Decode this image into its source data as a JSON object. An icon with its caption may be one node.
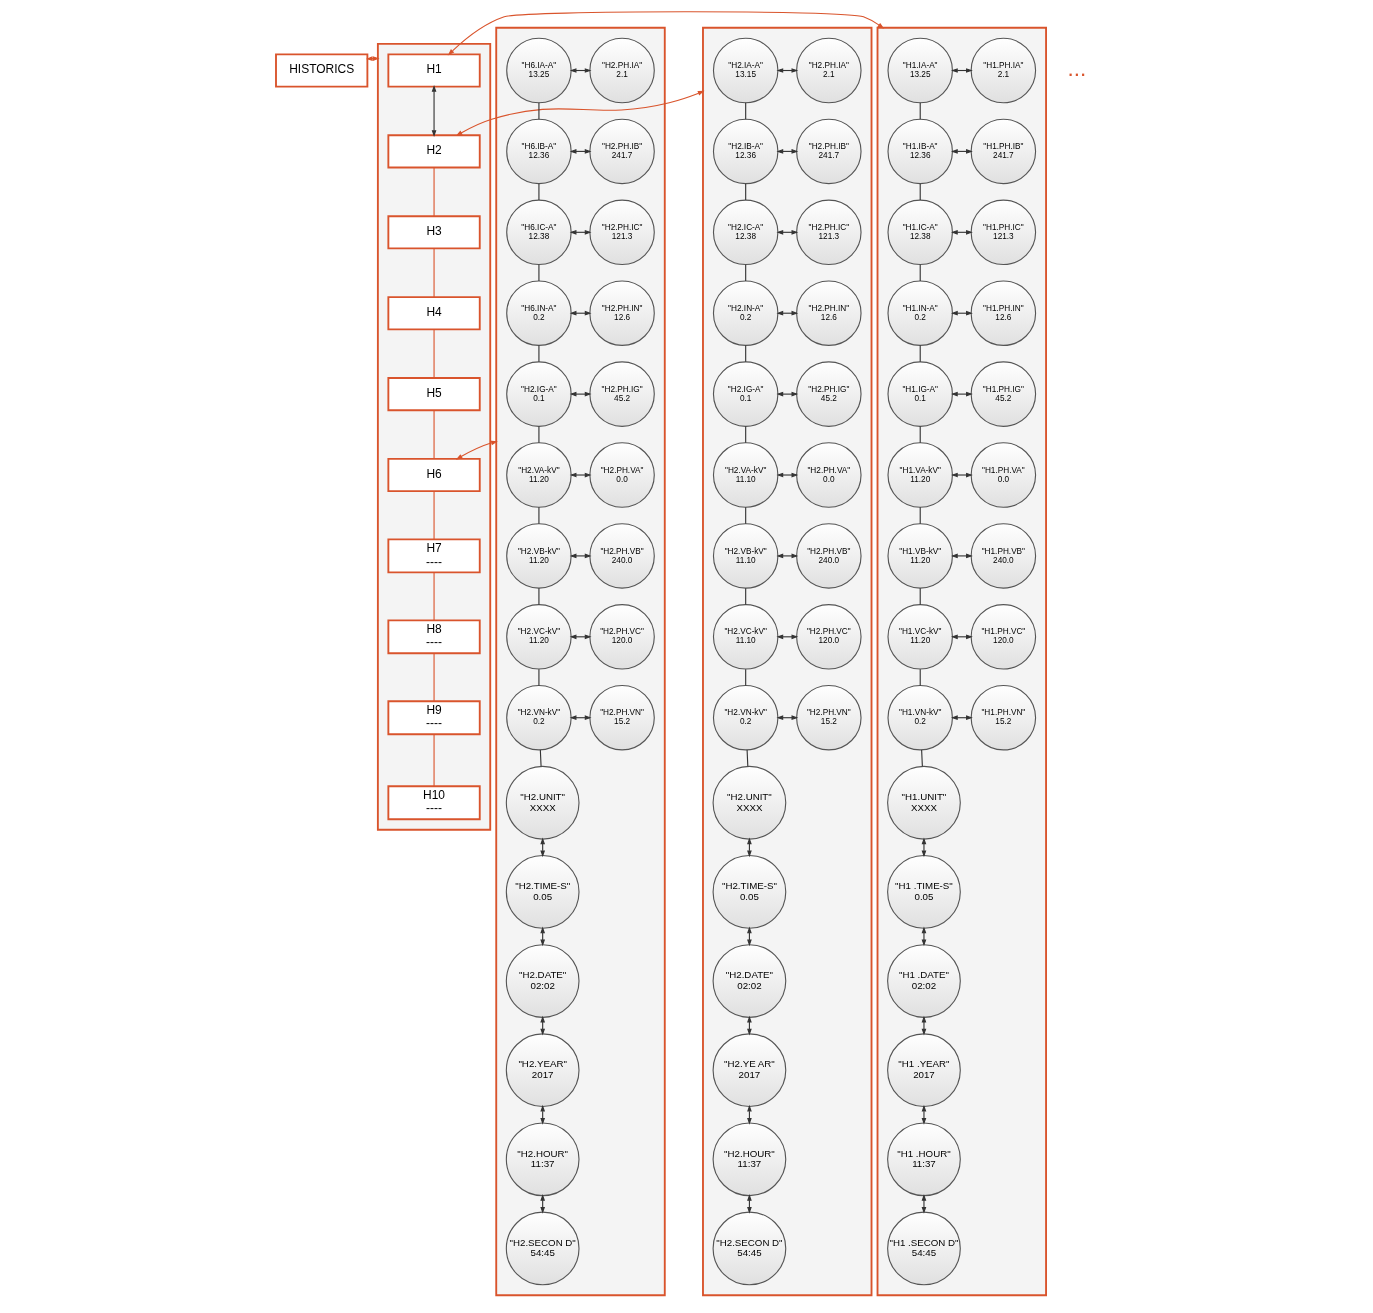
{
  "diagram": {
    "nodes": [
      {
        "text": [
          "HISTORICS"
        ]
      },
      {
        "text": [],
        "shape": "box"
      },
      {
        "text": [
          "H1"
        ],
        "in": 1
      },
      {
        "text": [
          "H2"
        ],
        "in": 1
      },
      {
        "text": [
          "H3"
        ],
        "in": 1
      },
      {
        "text": [
          "H4"
        ],
        "in": 1
      },
      {
        "text": [
          "H5"
        ],
        "in": 1
      },
      {
        "text": [
          "H6"
        ],
        "in": 1
      },
      {
        "text": [
          "H7",
          "----"
        ],
        "in": 1
      },
      {
        "text": [
          "H8",
          "----"
        ],
        "in": 1
      },
      {
        "text": [
          "H9",
          "----"
        ],
        "in": 1
      },
      {
        "text": [
          "H10",
          "----"
        ],
        "in": 1
      },
      {
        "text": [],
        "shape": "box"
      },
      {
        "text": [
          "\"H1.IA-A\"",
          "13.25"
        ],
        "in": 12
      },
      {
        "text": [
          "\"H1.PH.IA\"",
          "2.1"
        ],
        "in": 12
      },
      {
        "text": [
          "\"H1.IB-A\"",
          "12.36"
        ],
        "in": 12
      },
      {
        "text": [
          "\"H1.PH.IB\"",
          "241.7"
        ],
        "in": 12
      },
      {
        "text": [
          "\"H1.IC-A\"",
          "12.38"
        ],
        "in": 12
      },
      {
        "text": [
          "\"H1.PH.IC\"",
          "121.3"
        ],
        "in": 12
      },
      {
        "text": [
          "\"H1.IN-A\"",
          "0.2"
        ],
        "in": 12
      },
      {
        "text": [
          "\"H1.PH.IN\"",
          "12.6"
        ],
        "in": 12
      },
      {
        "text": [
          "\"H1.IG-A\"",
          "0.1"
        ],
        "in": 12
      },
      {
        "text": [
          "\"H1.PH.IG\"",
          "45.2"
        ],
        "in": 12
      },
      {
        "text": [
          "\"H1.VA-kV\"",
          "11.20"
        ],
        "in": 12
      },
      {
        "text": [
          "\"H1.PH.VA\"",
          "0.0"
        ],
        "in": 12
      },
      {
        "text": [
          "\"H1.VB-kV\"",
          "11.20"
        ],
        "in": 12
      },
      {
        "text": [
          "\"H1.PH.VB\"",
          "240.0"
        ],
        "in": 12
      },
      {
        "text": [
          "\"H1.VC-kV\"",
          "11.20"
        ],
        "in": 12
      },
      {
        "text": [
          "\"H1.PH.VC\"",
          "120.0"
        ],
        "in": 12
      },
      {
        "text": [
          "\"H1.VN-kV\"",
          "0.2"
        ],
        "in": 12
      },
      {
        "text": [
          "\"H1.PH.VN\"",
          "15.2"
        ],
        "in": 12
      },
      {
        "text": [
          "\"H1.UNIT\"",
          "XXXX"
        ],
        "in": 12
      },
      {
        "text": [
          "\"H1 .TIME-S\"",
          "0.05"
        ],
        "in": 12
      },
      {
        "text": [
          "\"H1 .DATE\"",
          "02:02"
        ],
        "in": 12
      },
      {
        "text": [
          "\"H1 .YEAR\"",
          "2017"
        ],
        "in": 12
      },
      {
        "text": [
          "\"H1 .HOUR\"",
          "11:37"
        ],
        "in": 12
      },
      {
        "text": [
          "\"H1 .SECON D\"",
          "54:45"
        ],
        "in": 12
      },
      {
        "text": [],
        "shape": "box"
      },
      {
        "text": [
          "\"H2.IA-A\"",
          "13.15"
        ],
        "in": 37
      },
      {
        "text": [
          "\"H2.PH.IA\"",
          "2.1"
        ],
        "in": 37
      },
      {
        "text": [
          "\"H2.IB-A\"",
          "12.36"
        ],
        "in": 37
      },
      {
        "text": [
          "\"H2.PH.IB\"",
          "241.7"
        ],
        "in": 37
      },
      {
        "text": [
          "\"H2.IC-A\"",
          "12.38"
        ],
        "in": 37
      },
      {
        "text": [
          "\"H2.PH.IC\"",
          "121.3"
        ],
        "in": 37
      },
      {
        "text": [
          "\"H2.IN-A\"",
          "0.2"
        ],
        "in": 37
      },
      {
        "text": [
          "\"H2.PH.IN\"",
          "12.6"
        ],
        "in": 37
      },
      {
        "text": [
          "\"H2.IG-A\"",
          "0.1"
        ],
        "in": 37
      },
      {
        "text": [
          "\"H2.PH.IG\"",
          "45.2"
        ],
        "in": 37
      },
      {
        "text": [
          "\"H2.VA-kV\"",
          "11.10"
        ],
        "in": 37
      },
      {
        "text": [
          "\"H2.PH.VA\"",
          "0.0"
        ],
        "in": 37
      },
      {
        "text": [
          "\"H2.VB-kV\"",
          "11.10"
        ],
        "in": 37
      },
      {
        "text": [
          "\"H2.PH.VB\"",
          "240.0"
        ],
        "in": 37
      },
      {
        "text": [
          "\"H2.VC-kV\"",
          "11.10"
        ],
        "in": 37
      },
      {
        "text": [
          "\"H2.PH.VC\"",
          "120.0"
        ],
        "in": 37
      },
      {
        "text": [
          "\"H2.VN-kV\"",
          "0.2"
        ],
        "in": 37
      },
      {
        "text": [
          "\"H2.PH.VN\"",
          "15.2"
        ],
        "in": 37
      },
      {
        "text": [
          "\"H2.UNIT\"",
          "XXXX"
        ],
        "in": 37
      },
      {
        "text": [
          "\"H2.TIME-S\"",
          "0.05"
        ],
        "in": 37
      },
      {
        "text": [
          "\"H2.DATE\"",
          "02:02"
        ],
        "in": 37
      },
      {
        "text": [
          "\"H2.YE AR\"",
          "2017"
        ],
        "in": 37
      },
      {
        "text": [
          "\"H2.HOUR\"",
          "11:37"
        ],
        "in": 37
      },
      {
        "text": [
          "\"H2.SECON D\"",
          "54:45"
        ],
        "in": 37
      },
      {
        "text": [],
        "shape": "box"
      },
      {
        "text": [
          "\"H6.IA-A\"",
          "13.25"
        ],
        "in": 62
      },
      {
        "text": [
          "\"H2.PH.IA\"",
          "2.1"
        ],
        "in": 62
      },
      {
        "text": [
          "\"H6.IB-A\"",
          "12.36"
        ],
        "in": 62
      },
      {
        "text": [
          "\"H2.PH.IB\"",
          "241.7"
        ],
        "in": 62
      },
      {
        "text": [
          "\"H6.IC-A\"",
          "12.38"
        ],
        "in": 62
      },
      {
        "text": [
          "\"H2.PH.IC\"",
          "121.3"
        ],
        "in": 62
      },
      {
        "text": [
          "\"H6.IN-A\"",
          "0.2"
        ],
        "in": 62
      },
      {
        "text": [
          "\"H2.PH.IN\"",
          "12.6"
        ],
        "in": 62
      },
      {
        "text": [
          "\"H2.IG-A\"",
          "0.1"
        ],
        "in": 62
      },
      {
        "text": [
          "\"H2.PH.IG\"",
          "45.2"
        ],
        "in": 62
      },
      {
        "text": [
          "\"H2.VA-kV\"",
          "11.20"
        ],
        "in": 62
      },
      {
        "text": [
          "\"H2.PH.VA\"",
          "0.0"
        ],
        "in": 62
      },
      {
        "text": [
          "\"H2.VB-kV\"",
          "11.20"
        ],
        "in": 62
      },
      {
        "text": [
          "\"H2.PH.VB\"",
          "240.0"
        ],
        "in": 62
      },
      {
        "text": [
          "\"H2.VC-kV\"",
          "11.20"
        ],
        "in": 62
      },
      {
        "text": [
          "\"H2.PH.VC\"",
          "120.0"
        ],
        "in": 62
      },
      {
        "text": [
          "\"H2.VN-kV\"",
          "0.2"
        ],
        "in": 62
      },
      {
        "text": [
          "\"H2.PH.VN\"",
          "15.2"
        ],
        "in": 62
      },
      {
        "text": [
          "\"H2.UNIT\"",
          "XXXX"
        ],
        "in": 62
      },
      {
        "text": [
          "\"H2.TIME-S\"",
          "0.05"
        ],
        "in": 62
      },
      {
        "text": [
          "\"H2.DATE\"",
          "02:02"
        ],
        "in": 62
      },
      {
        "text": [
          "\"H2.YEAR\"",
          "2017"
        ],
        "in": 62
      },
      {
        "text": [
          "\"H2.HOUR\"",
          "11:37"
        ],
        "in": 62
      },
      {
        "text": [
          "\"H2.SECON D\"",
          "54:45"
        ],
        "in": 62
      }
    ],
    "edges": [
      {
        "from": 0,
        "to": 1,
        "arrow": "both",
        "color": "#d9542c"
      },
      {
        "from": 2,
        "to": 3,
        "arrow": "both"
      },
      {
        "from": 3,
        "to": 4,
        "arrow": "none",
        "color": "#d9542c"
      },
      {
        "from": 4,
        "to": 5,
        "arrow": "none",
        "color": "#d9542c"
      },
      {
        "from": 5,
        "to": 6,
        "arrow": "none",
        "color": "#d9542c"
      },
      {
        "from": 6,
        "to": 7,
        "arrow": "none",
        "color": "#d9542c"
      },
      {
        "from": 7,
        "to": 8,
        "arrow": "none",
        "color": "#d9542c"
      },
      {
        "from": 8,
        "to": 9,
        "arrow": "none",
        "color": "#d9542c"
      },
      {
        "from": 9,
        "to": 10,
        "arrow": "none",
        "color": "#d9542c"
      },
      {
        "from": 10,
        "to": 11,
        "arrow": "none",
        "color": "#d9542c"
      },
      {
        "from": 2,
        "to": 12,
        "arrow": "both",
        "color": "#d9542c"
      },
      {
        "from": 3,
        "to": 37,
        "arrow": "both",
        "color": "#d9542c"
      },
      {
        "from": 7,
        "to": 62,
        "arrow": "both",
        "color": "#d9542c"
      },
      {
        "from": 13,
        "to": 14,
        "arrow": "both"
      },
      {
        "from": 15,
        "to": 16,
        "arrow": "both"
      },
      {
        "from": 17,
        "to": 18,
        "arrow": "both"
      },
      {
        "from": 19,
        "to": 20,
        "arrow": "both"
      },
      {
        "from": 21,
        "to": 22,
        "arrow": "both"
      },
      {
        "from": 23,
        "to": 24,
        "arrow": "both"
      },
      {
        "from": 25,
        "to": 26,
        "arrow": "both"
      },
      {
        "from": 27,
        "to": 28,
        "arrow": "both"
      },
      {
        "from": 29,
        "to": 30,
        "arrow": "both"
      },
      {
        "from": 13,
        "to": 15,
        "arrow": "none"
      },
      {
        "from": 15,
        "to": 17,
        "arrow": "none"
      },
      {
        "from": 17,
        "to": 19,
        "arrow": "none"
      },
      {
        "from": 19,
        "to": 21,
        "arrow": "none"
      },
      {
        "from": 21,
        "to": 23,
        "arrow": "none"
      },
      {
        "from": 23,
        "to": 25,
        "arrow": "none"
      },
      {
        "from": 25,
        "to": 27,
        "arrow": "none"
      },
      {
        "from": 27,
        "to": 29,
        "arrow": "none"
      },
      {
        "from": 29,
        "to": 31,
        "arrow": "none"
      },
      {
        "from": 31,
        "to": 32,
        "arrow": "both"
      },
      {
        "from": 32,
        "to": 33,
        "arrow": "both"
      },
      {
        "from": 33,
        "to": 34,
        "arrow": "both"
      },
      {
        "from": 34,
        "to": 35,
        "arrow": "both"
      },
      {
        "from": 35,
        "to": 36,
        "arrow": "both"
      },
      {
        "from": 38,
        "to": 39,
        "arrow": "both"
      },
      {
        "from": 40,
        "to": 41,
        "arrow": "both"
      },
      {
        "from": 42,
        "to": 43,
        "arrow": "both"
      },
      {
        "from": 44,
        "to": 45,
        "arrow": "both"
      },
      {
        "from": 46,
        "to": 47,
        "arrow": "both"
      },
      {
        "from": 48,
        "to": 49,
        "arrow": "both"
      },
      {
        "from": 50,
        "to": 51,
        "arrow": "both"
      },
      {
        "from": 52,
        "to": 53,
        "arrow": "both"
      },
      {
        "from": 54,
        "to": 55,
        "arrow": "both"
      },
      {
        "from": 38,
        "to": 40,
        "arrow": "none"
      },
      {
        "from": 40,
        "to": 42,
        "arrow": "none"
      },
      {
        "from": 42,
        "to": 44,
        "arrow": "none"
      },
      {
        "from": 44,
        "to": 46,
        "arrow": "none"
      },
      {
        "from": 46,
        "to": 48,
        "arrow": "none"
      },
      {
        "from": 48,
        "to": 50,
        "arrow": "none"
      },
      {
        "from": 50,
        "to": 52,
        "arrow": "none"
      },
      {
        "from": 52,
        "to": 54,
        "arrow": "none"
      },
      {
        "from": 54,
        "to": 56,
        "arrow": "none"
      },
      {
        "from": 56,
        "to": 57,
        "arrow": "both"
      },
      {
        "from": 57,
        "to": 58,
        "arrow": "both"
      },
      {
        "from": 58,
        "to": 59,
        "arrow": "both"
      },
      {
        "from": 59,
        "to": 60,
        "arrow": "both"
      },
      {
        "from": 60,
        "to": 61,
        "arrow": "both"
      },
      {
        "from": 63,
        "to": 64,
        "arrow": "both"
      },
      {
        "from": 65,
        "to": 66,
        "arrow": "both"
      },
      {
        "from": 67,
        "to": 68,
        "arrow": "both"
      },
      {
        "from": 69,
        "to": 70,
        "arrow": "both"
      },
      {
        "from": 71,
        "to": 72,
        "arrow": "both"
      },
      {
        "from": 73,
        "to": 74,
        "arrow": "both"
      },
      {
        "from": 75,
        "to": 76,
        "arrow": "both"
      },
      {
        "from": 77,
        "to": 78,
        "arrow": "both"
      },
      {
        "from": 79,
        "to": 80,
        "arrow": "both"
      },
      {
        "from": 63,
        "to": 65,
        "arrow": "none"
      },
      {
        "from": 65,
        "to": 67,
        "arrow": "none"
      },
      {
        "from": 67,
        "to": 69,
        "arrow": "none"
      },
      {
        "from": 69,
        "to": 71,
        "arrow": "none"
      },
      {
        "from": 71,
        "to": 73,
        "arrow": "none"
      },
      {
        "from": 73,
        "to": 75,
        "arrow": "none"
      },
      {
        "from": 75,
        "to": 77,
        "arrow": "none"
      },
      {
        "from": 77,
        "to": 79,
        "arrow": "none"
      },
      {
        "from": 79,
        "to": 81,
        "arrow": "none"
      },
      {
        "from": 81,
        "to": 82,
        "arrow": "both"
      },
      {
        "from": 82,
        "to": 83,
        "arrow": "both"
      },
      {
        "from": 83,
        "to": 84,
        "arrow": "both"
      },
      {
        "from": 84,
        "to": 85,
        "arrow": "both"
      },
      {
        "from": 85,
        "to": 86,
        "arrow": "both"
      }
    ],
    "labels": [
      "..."
    ]
  }
}
